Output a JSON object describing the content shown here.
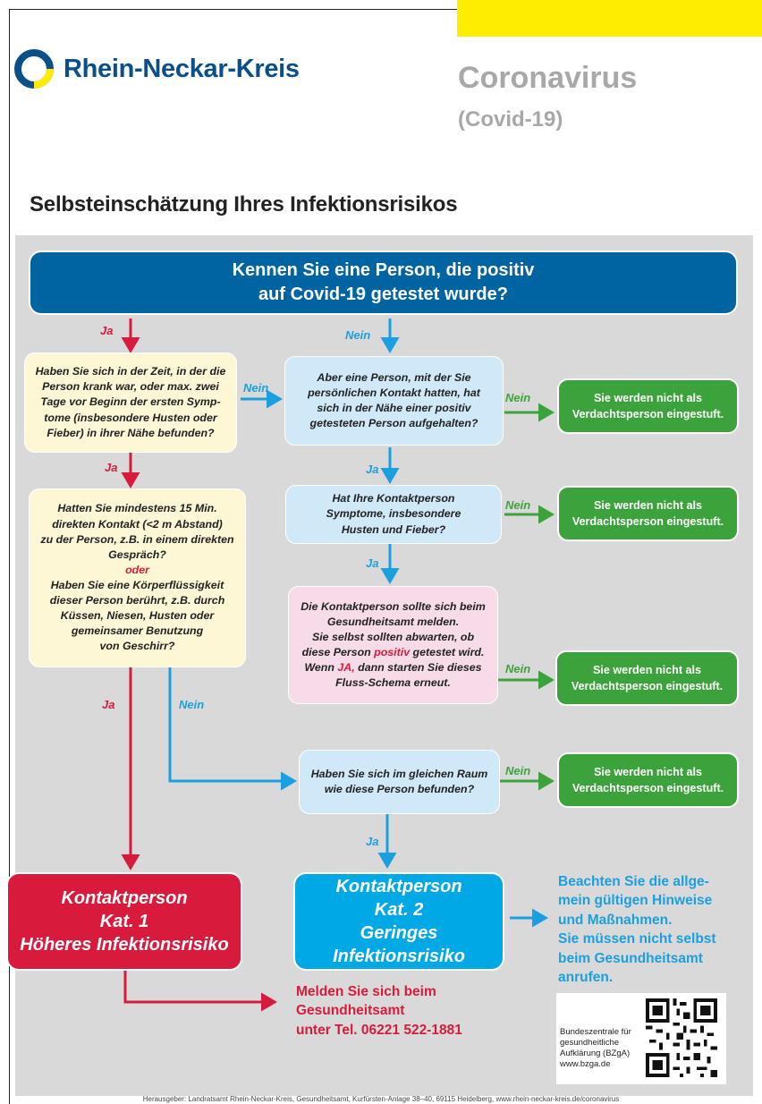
{
  "header": {
    "logo_text": "Rhein-Neckar-Kreis",
    "title": "Coronavirus",
    "subtitle": "(Covid-19)",
    "heading": "Selbsteinschätzung Ihres Infektionsrisikos"
  },
  "colors": {
    "dark_blue": "#0063a2",
    "red": "#d81b3c",
    "light_blue": "#00a9e6",
    "green": "#3ca33c",
    "yellow": "#ffed00"
  },
  "flow": {
    "q_main": [
      "Kennen Sie eine Person, die positiv",
      "auf Covid-19 getestet wurde?"
    ],
    "q_sick": [
      "Haben Sie sich in der Zeit, in der die",
      "Person krank war, oder max. zwei",
      "Tage vor Beginn der ersten Symp-",
      "tome (insbesondere Husten oder",
      "Fieber) in ihrer Nähe befunden?"
    ],
    "q_contact_a": [
      "Hatten Sie mindestens 15 Min.",
      "direkten Kontakt (<2 m Abstand)",
      "zu der Person, z.B. in einem direkten",
      "Gespräch?"
    ],
    "q_contact_oder": "oder",
    "q_contact_b": [
      "Haben Sie eine Körperflüssigkeit",
      "dieser Person berührt, z.B. durch",
      "Küssen, Niesen, Husten oder",
      "gemeinsamer Benutzung",
      "von Geschirr?"
    ],
    "q_personal": [
      "Aber eine Person, mit der Sie",
      "persönlichen Kontakt hatten, hat",
      "sich in der Nähe einer positiv",
      "getesteten Person aufgehalten?"
    ],
    "q_symptoms": [
      "Hat Ihre Kontaktperson",
      "Symptome, insbesondere",
      "Husten und Fieber?"
    ],
    "info_pink": {
      "l1": "Die Kontaktperson sollte sich beim",
      "l2": "Gesundheitsamt melden.",
      "l3": "Sie selbst sollten abwarten, ob",
      "l4a": "diese Person ",
      "l4b": "positiv",
      "l4c": " getestet wird.",
      "l5a": "Wenn ",
      "l5b": "JA,",
      "l5c": " dann starten Sie dieses",
      "l6": "Fluss-Schema erneut."
    },
    "q_room": [
      "Haben Sie sich im gleichen Raum",
      "wie diese Person befunden?"
    ],
    "result_none": [
      "Sie werden nicht als",
      "Verdachtsperson eingestuft."
    ],
    "cat1": [
      "Kontaktperson",
      "Kat. 1",
      "Höheres Infektionsrisiko"
    ],
    "cat2": [
      "Kontaktperson",
      "Kat. 2",
      "Geringes Infektionsrisiko"
    ],
    "label_ja": "Ja",
    "label_nein": "Nein"
  },
  "notes": {
    "cat1_action": [
      "Melden Sie sich beim",
      "Gesundheitsamt",
      "unter Tel. 06221 522-1881"
    ],
    "cat2_action": [
      "Beachten Sie die allge-",
      "mein gültigen Hinweise",
      "und Maßnahmen.",
      "Sie müssen nicht selbst",
      "beim Gesundheitsamt",
      "anrufen."
    ]
  },
  "bzga": {
    "lines": [
      "Bundeszentrale für",
      "gesundheitliche",
      "Aufklärung (BZgA)",
      "www.bzga.de"
    ],
    "qr_icon": "qr-code-icon"
  },
  "footer": "Herausgeber: Landratsamt Rhein-Neckar-Kreis, Gesundheitsamt, Kurfürsten-Anlage 38–40, 69115 Heidelberg, www.rhein-neckar-kreis.de/coronavirus"
}
